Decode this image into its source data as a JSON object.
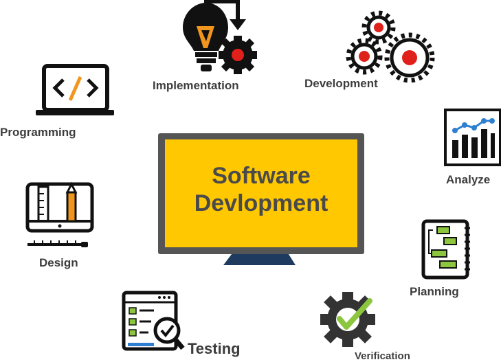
{
  "center": {
    "title_line1": "Software",
    "title_line2": "Devlopment"
  },
  "nodes": {
    "implementation": "Implementation",
    "development": "Development",
    "programming": "Programming",
    "analyze": "Analyze",
    "design": "Design",
    "planning": "Planning",
    "testing": "Testing",
    "verification": "Verification"
  },
  "colors": {
    "screen": "#ffc800",
    "monitor_frame": "#555555",
    "accent_red": "#e0201b",
    "accent_orange": "#f0961e",
    "accent_green": "#8cc63f",
    "accent_blue": "#2f7fd0",
    "icon_black": "#111111"
  },
  "icons": [
    "lightbulb-gear-icon",
    "gears-icon",
    "code-laptop-icon",
    "bar-chart-icon",
    "design-monitor-icon",
    "planning-notebook-icon",
    "testing-checklist-icon",
    "verification-gear-icon"
  ]
}
